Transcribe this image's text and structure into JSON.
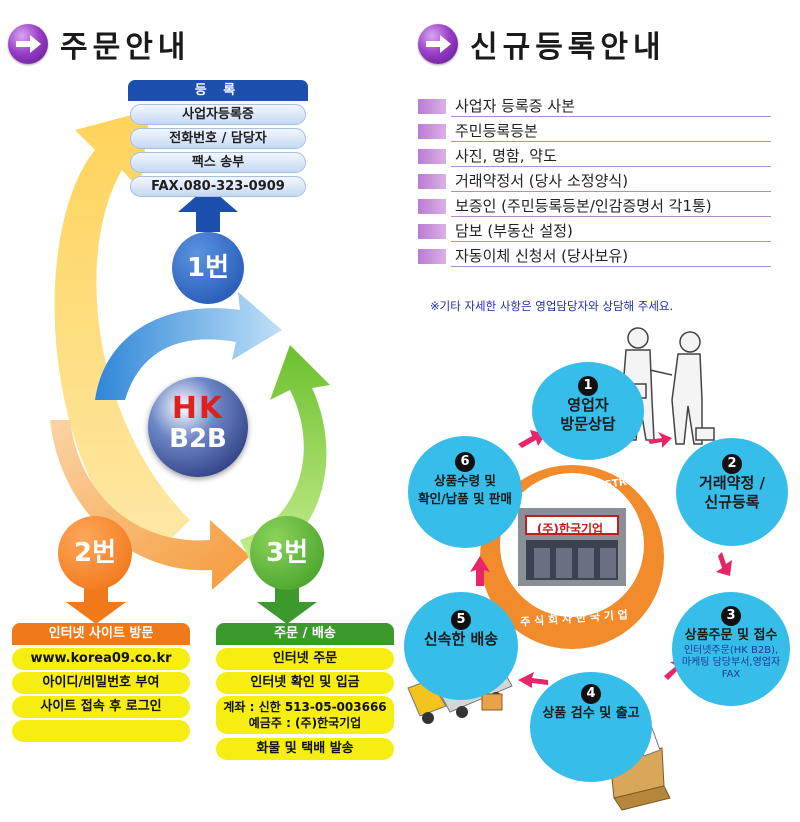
{
  "order_section": {
    "title": "주문안내",
    "register_box": {
      "header": "등 록",
      "items": [
        "사업자등록증",
        "전화번호 / 담당자",
        "팩스 송부",
        "FAX.080-323-0909"
      ]
    },
    "step1_label": "1번",
    "step2_label": "2번",
    "step3_label": "3번",
    "logo": {
      "line1": "HK",
      "line2": "B2B"
    },
    "internet_box": {
      "header": "인터넷 사이트 방문",
      "items": [
        "www.korea09.co.kr",
        "아이디/비밀번호 부여",
        "사이트 접속 후 로그인",
        ""
      ]
    },
    "delivery_box": {
      "header": "주문 / 배송",
      "item1": "인터넷 주문",
      "item2": "인터넷 확인 및 입금",
      "account_line1": "계좌 : 신한 513-05-003666",
      "account_line2": "예금주 : (주)한국기업",
      "item4": "화물 및 택배 발송"
    }
  },
  "registration_section": {
    "title": "신규등록안내",
    "items": [
      "사업자 등록증 사본",
      "주민등록등본",
      "사진, 명함, 약도",
      "거래약정서 (당사 소정양식)",
      "보증인 (주민등록등본/인감증명서 각1통)",
      "담보 (부동산 설정)",
      "자동이체 신청서 (당사보유)"
    ],
    "note": "※기타 자세한 사항은 영업담당자와 상담해 주세요."
  },
  "process": {
    "company_arc_text": "HANKOOK INDUSTRY CO.,LTD.",
    "company_sign": "(주)한국기업",
    "company_korean": "주 식 회 사   한 국 기 업",
    "steps": [
      {
        "num": "1",
        "title": "영업자\n방문상담"
      },
      {
        "num": "2",
        "title": "거래약정 /\n신규등록"
      },
      {
        "num": "3",
        "title": "상품주문 및 접수",
        "sub": "인터넷주문(HK B2B),\n마케팅 담당부서,영업자\nFAX"
      },
      {
        "num": "4",
        "title": "상품 검수 및 출고"
      },
      {
        "num": "5",
        "title": "신속한 배송"
      },
      {
        "num": "6",
        "title": "상품수령 및\n확인/납품 및 판매"
      }
    ]
  },
  "colors": {
    "accent_purple": "#9a3fc6",
    "blue": "#1d4fae",
    "orange": "#f07a1a",
    "green": "#3c9a2c",
    "yellow": "#f6ee10",
    "process_bubble": "#37bde9",
    "arrow_pink": "#e8246a"
  }
}
